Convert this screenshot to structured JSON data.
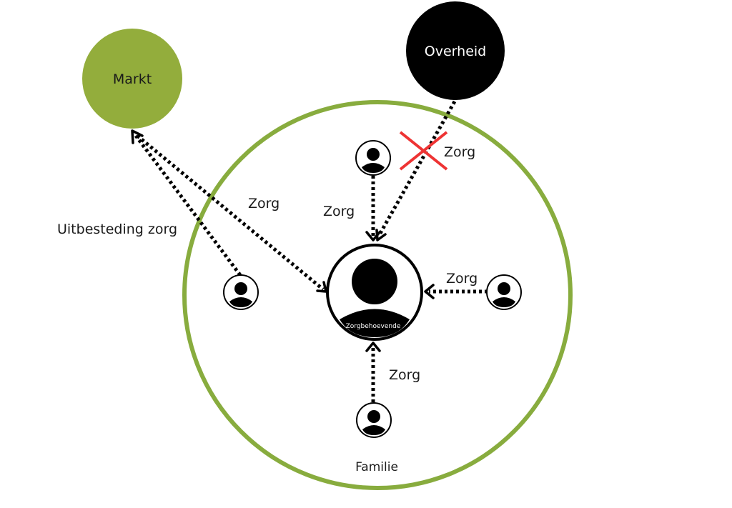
{
  "nodes": {
    "markt": {
      "label": "Markt",
      "color": "#93ad3c",
      "text_color": "#1a1a1a"
    },
    "overheid": {
      "label": "Overheid",
      "color": "#000000",
      "text_color": "#ffffff"
    },
    "center": {
      "label": "Zorgbehoevende"
    },
    "familie": {
      "label": "Familie",
      "ring_color": "#88ac3e"
    }
  },
  "edges": {
    "uitbesteding": {
      "label": "Uitbesteding zorg"
    },
    "markt_center": {
      "label": "Zorg"
    },
    "top_person": {
      "label": "Zorg"
    },
    "overheid": {
      "label": "Zorg",
      "blocked": true,
      "cross_color": "#ee3333"
    },
    "right_person": {
      "label": "Zorg"
    },
    "bottom_person": {
      "label": "Zorg"
    }
  },
  "icons": {
    "person": "person-icon",
    "cross": "blocked-cross-icon"
  }
}
